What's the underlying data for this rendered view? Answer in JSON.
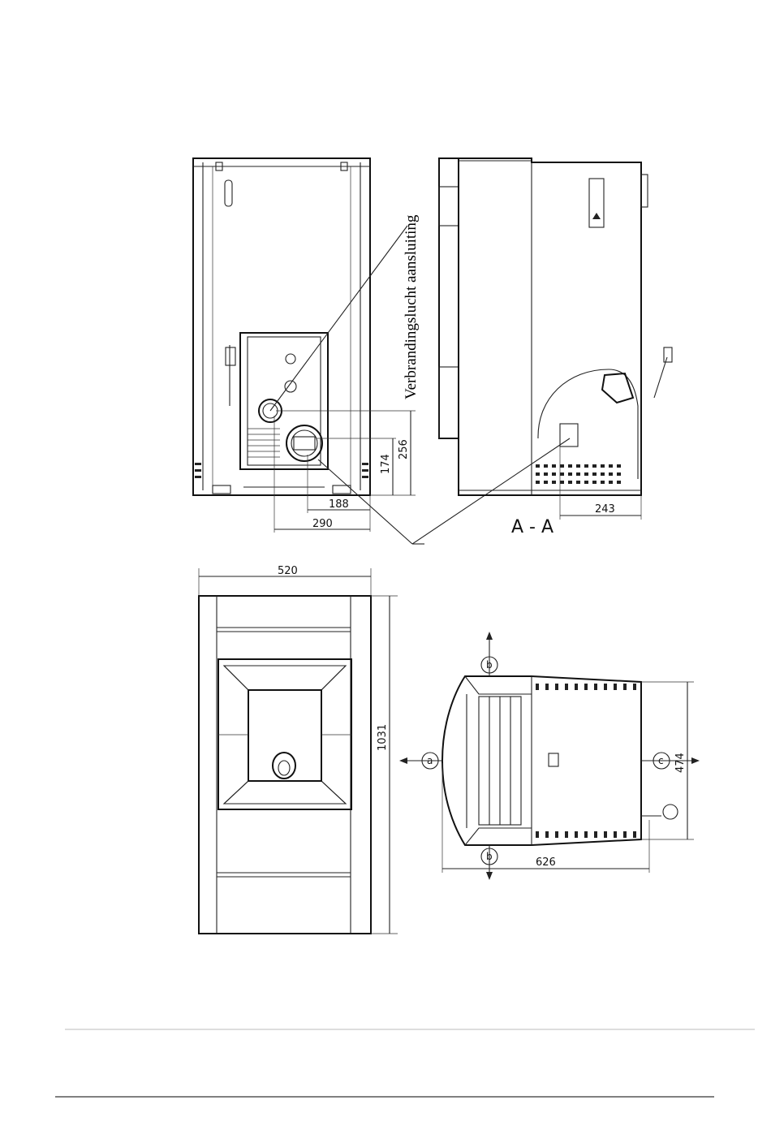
{
  "annotation": "Verbrandingslucht aansluiting",
  "section_label": "A - A",
  "dimensions": {
    "d_256": "256",
    "d_174": "174",
    "d_188": "188",
    "d_290": "290",
    "d_243": "243",
    "d_520": "520",
    "d_1031": "1031",
    "d_474": "474",
    "d_626": "626"
  },
  "markers": {
    "a": "a",
    "b": "b",
    "c": "c"
  }
}
